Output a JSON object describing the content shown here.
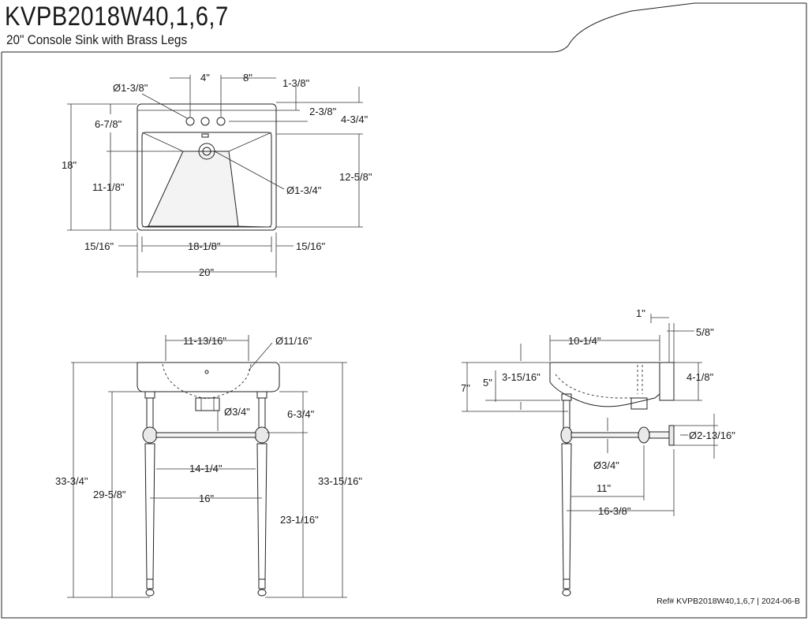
{
  "header": {
    "title": "KVPB2018W40,1,6,7",
    "subtitle": "20\" Console Sink with Brass Legs"
  },
  "footer": {
    "ref": "Ref# KVPB2018W40,1,6,7 | 2024-06-B"
  },
  "top_view": {
    "dims": {
      "hole_dia": "Ø1-3/8\"",
      "spacing_4": "4\"",
      "spacing_8": "8\"",
      "deck_1_3_8": "1-3/8\"",
      "deck_2_3_8": "2-3/8\"",
      "deck_4_3_4": "4-3/4\"",
      "depth_6_7_8": "6-7/8\"",
      "depth_18": "18\"",
      "depth_11_1_8": "11-1/8\"",
      "drain_dia": "Ø1-3/4\"",
      "bowl_12_5_8": "12-5/8\"",
      "side_left": "15/16\"",
      "bowl_width": "18-1/8\"",
      "side_right": "15/16\"",
      "overall_width": "20\""
    }
  },
  "front_view": {
    "dims": {
      "width_11_13_16": "11-13/16\"",
      "overflow_dia": "Ø11/16\"",
      "drain_3_4": "Ø3/4\"",
      "height_6_3_4": "6-3/4\"",
      "height_33_3_4": "33-3/4\"",
      "height_29_5_8": "29-5/8\"",
      "height_33_15_16": "33-15/16\"",
      "bar_14_1_4": "14-1/4\"",
      "bar_16": "16\"",
      "height_23_1_16": "23-1/16\""
    }
  },
  "side_view": {
    "dims": {
      "wall_1": "1\"",
      "wall_5_8": "5/8\"",
      "depth_10_1_4": "10-1/4\"",
      "height_7": "7\"",
      "height_5": "5\"",
      "height_3_15_16": "3-15/16\"",
      "height_4_1_8": "4-1/8\"",
      "flange_dia": "Ø2-13/16\"",
      "drain_3_4": "Ø3/4\"",
      "depth_11": "11\"",
      "depth_16_3_8": "16-3/8\""
    }
  }
}
